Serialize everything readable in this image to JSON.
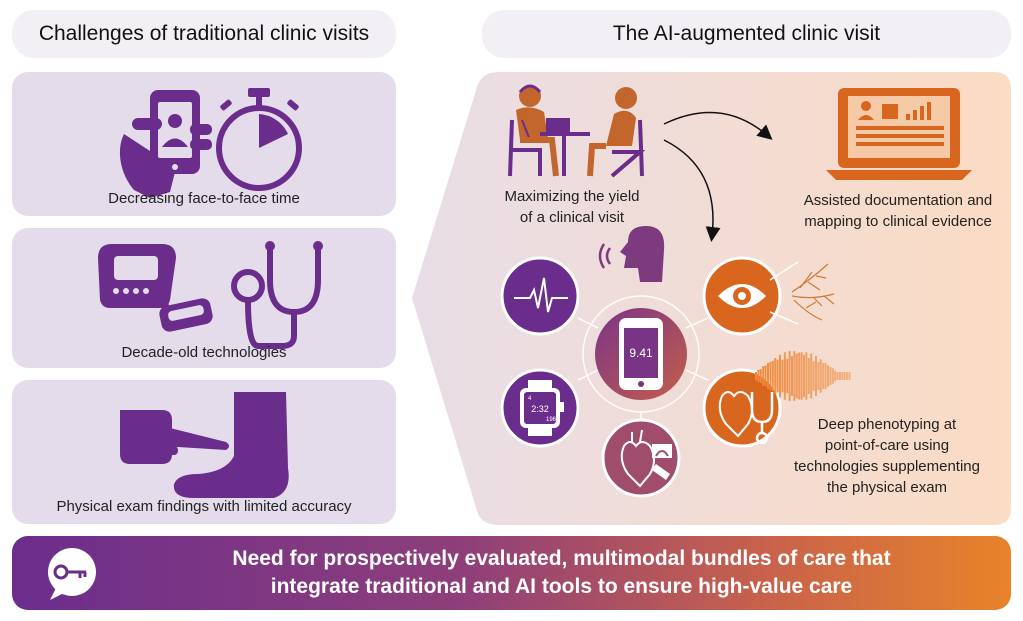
{
  "left": {
    "header": "Challenges of traditional clinic visits",
    "cards": [
      {
        "caption": "Decreasing face-to-face time",
        "icons": [
          "smartphone-hand-icon",
          "stopwatch-icon"
        ]
      },
      {
        "caption": "Decade-old technologies",
        "icons": [
          "blood-pressure-monitor-icon",
          "stethoscope-icon"
        ]
      },
      {
        "caption": "Physical exam findings with limited accuracy",
        "icons": [
          "pointing-hand-icon",
          "foot-icon"
        ]
      }
    ]
  },
  "right": {
    "header": "The AI-augmented clinic visit",
    "visit_caption_line1": "Maximizing the yield",
    "visit_caption_line2": "of a clinical visit",
    "documentation_line1": "Assisted documentation and",
    "documentation_line2": "mapping to clinical evidence",
    "phenotyping_line1": "Deep phenotyping at",
    "phenotyping_line2": "point-of-care using",
    "phenotyping_line3": "technologies supplementing",
    "phenotyping_line4": "the physical exam",
    "phone_reading": "9.41",
    "watch_time": "2:32",
    "watch_heart_rate": "196",
    "watch_steps": "4"
  },
  "banner": {
    "line1": "Need for prospectively evaluated, multimodal bundles of care that",
    "line2": "integrate traditional and AI tools to ensure high-value care",
    "icon": "key-speech-bubble-icon"
  },
  "colors": {
    "purple": "#6b2d8c",
    "orange": "#e8832a",
    "left_card_bg": "#e4dcea",
    "header_pill_bg": "#f2f0f4"
  }
}
